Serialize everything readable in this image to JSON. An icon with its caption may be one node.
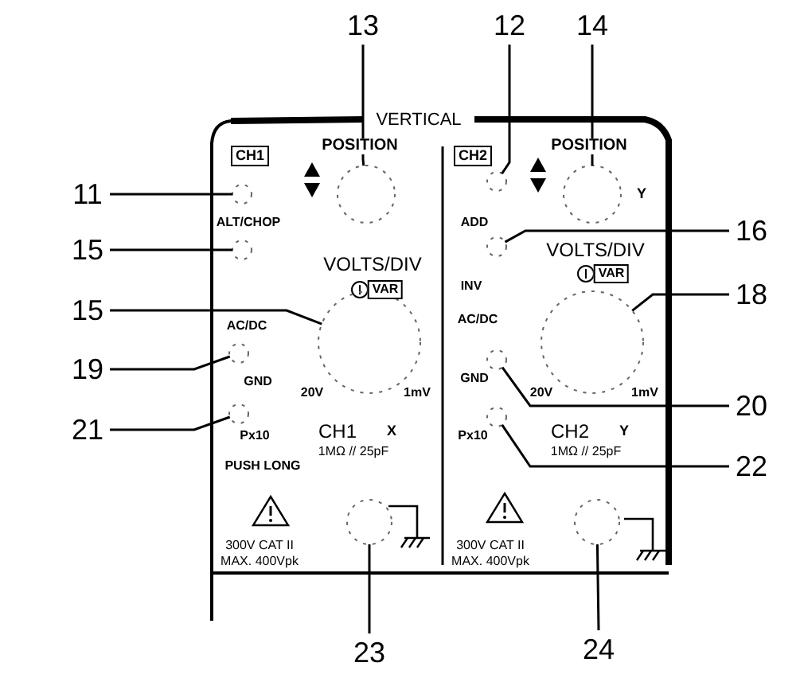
{
  "diagram": {
    "nodes": [
      {
        "text": [
          "13"
        ]
      },
      {
        "text": [
          "12"
        ]
      },
      {
        "text": [
          "14"
        ]
      },
      {
        "text": [
          "11"
        ]
      },
      {
        "text": [
          "15"
        ]
      },
      {
        "text": [
          "16"
        ]
      },
      {
        "text": [
          "15"
        ]
      },
      {
        "text": [
          "18"
        ]
      },
      {
        "text": [
          "19"
        ]
      },
      {
        "text": [
          "20"
        ]
      },
      {
        "text": [
          "21"
        ]
      },
      {
        "text": [
          "22"
        ]
      },
      {
        "text": [
          "23"
        ]
      },
      {
        "text": [
          "24"
        ]
      },
      {
        "text": [],
        "shape": "circle"
      },
      {
        "text": [],
        "shape": "circle"
      },
      {
        "text": [],
        "shape": "circle"
      },
      {
        "text": [],
        "shape": "circle"
      },
      {
        "text": [],
        "shape": "circle"
      },
      {
        "text": [],
        "shape": "circle"
      },
      {
        "text": [],
        "shape": "circle"
      },
      {
        "text": [],
        "shape": "circle"
      },
      {
        "text": [],
        "shape": "circle"
      },
      {
        "text": [],
        "shape": "circle"
      },
      {
        "text": [],
        "shape": "circle"
      },
      {
        "text": [],
        "shape": "circle"
      },
      {
        "text": [],
        "shape": "circle"
      },
      {
        "text": [],
        "shape": "circle"
      }
    ],
    "edges": [
      {
        "from": 0,
        "to": 14,
        "arrow": "none"
      },
      {
        "from": 1,
        "to": 15,
        "arrow": "none"
      },
      {
        "from": 2,
        "to": 16,
        "arrow": "none"
      },
      {
        "from": 3,
        "to": 17,
        "arrow": "none"
      },
      {
        "from": 4,
        "to": 18,
        "arrow": "none"
      },
      {
        "from": 5,
        "to": 19,
        "arrow": "none"
      },
      {
        "from": 6,
        "to": 20,
        "arrow": "none"
      },
      {
        "from": 7,
        "to": 21,
        "arrow": "none"
      },
      {
        "from": 8,
        "to": 22,
        "arrow": "none"
      },
      {
        "from": 9,
        "to": 23,
        "arrow": "none"
      },
      {
        "from": 10,
        "to": 24,
        "arrow": "none"
      },
      {
        "from": 11,
        "to": 25,
        "arrow": "none"
      },
      {
        "from": 12,
        "to": 26,
        "arrow": "none"
      },
      {
        "from": 13,
        "to": 27,
        "arrow": "none"
      }
    ],
    "labels": [
      "VERTICAL",
      "CH1",
      "POSITION",
      "ALT/CHOP",
      "VOLTS/DIV",
      "VAR",
      "AC/DC",
      "GND",
      "20V",
      "1mV",
      "Px10",
      "PUSH LONG",
      "CH1",
      "X",
      "1MΩ // 25pF",
      "300V CAT II",
      "MAX. 400Vpk",
      "CH2",
      "POSITION",
      "Y",
      "ADD",
      "VOLTS/DIV",
      "VAR",
      "INV",
      "AC/DC",
      "GND",
      "20V",
      "1mV",
      "Px10",
      "CH2",
      "Y",
      "1MΩ // 25pF",
      "300V CAT II",
      "MAX. 400Vpk"
    ]
  }
}
